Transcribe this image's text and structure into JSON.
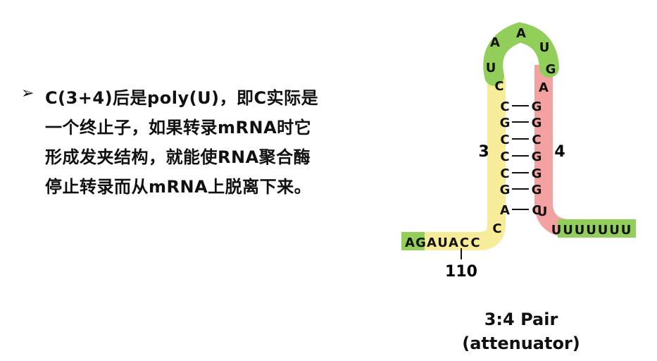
{
  "bullet": {
    "marker": "➢",
    "lines": [
      "C(3+4)后是poly(U)，即C实际是",
      "一个终止子，如果转录mRNA时它",
      "形成发夹结构，就能使RNA聚合酶",
      "停止转录而从mRNA上脱离下来。"
    ]
  },
  "diagram": {
    "colors": {
      "yellow": "#f6ec9a",
      "pink": "#f4a1a1",
      "green": "#92cf5a"
    },
    "strand3": [
      "C",
      "C",
      "G",
      "C",
      "C",
      "C",
      "G",
      "A",
      "C"
    ],
    "strand4": [
      "G",
      "G",
      "C",
      "G",
      "G",
      "G",
      "C",
      "U"
    ],
    "loop": [
      "U",
      "A",
      "A",
      "U",
      "G",
      "A"
    ],
    "left_tail": [
      "A",
      "G",
      "A",
      "U",
      "A",
      "C",
      "C"
    ],
    "right_tail": [
      "U",
      "U",
      "U",
      "U",
      "U",
      "U",
      "U"
    ],
    "region3_label": "3",
    "region4_label": "4",
    "position_label": "110",
    "caption_line1": "3:4 Pair",
    "caption_line2": "(attenuator)"
  }
}
